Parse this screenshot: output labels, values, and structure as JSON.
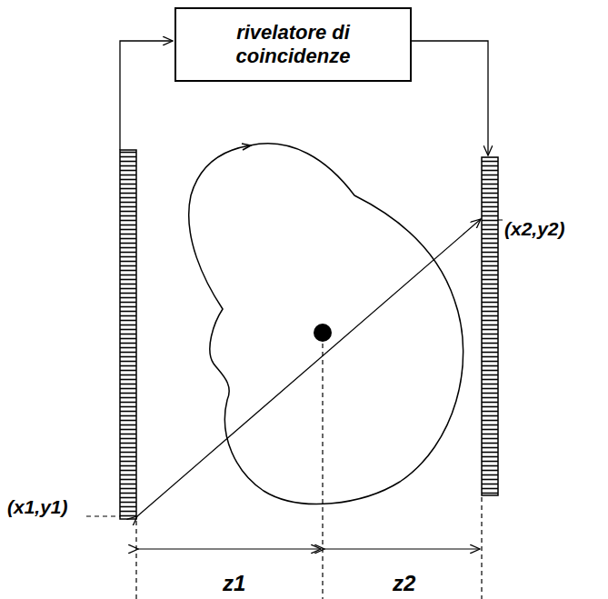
{
  "diagram": {
    "nodes": [
      {
        "text": [
          "rivelatore di coincidenze"
        ]
      }
    ],
    "labels": [
      "(x2,y2)",
      "(x1,y1)",
      "z1",
      "z2"
    ]
  }
}
